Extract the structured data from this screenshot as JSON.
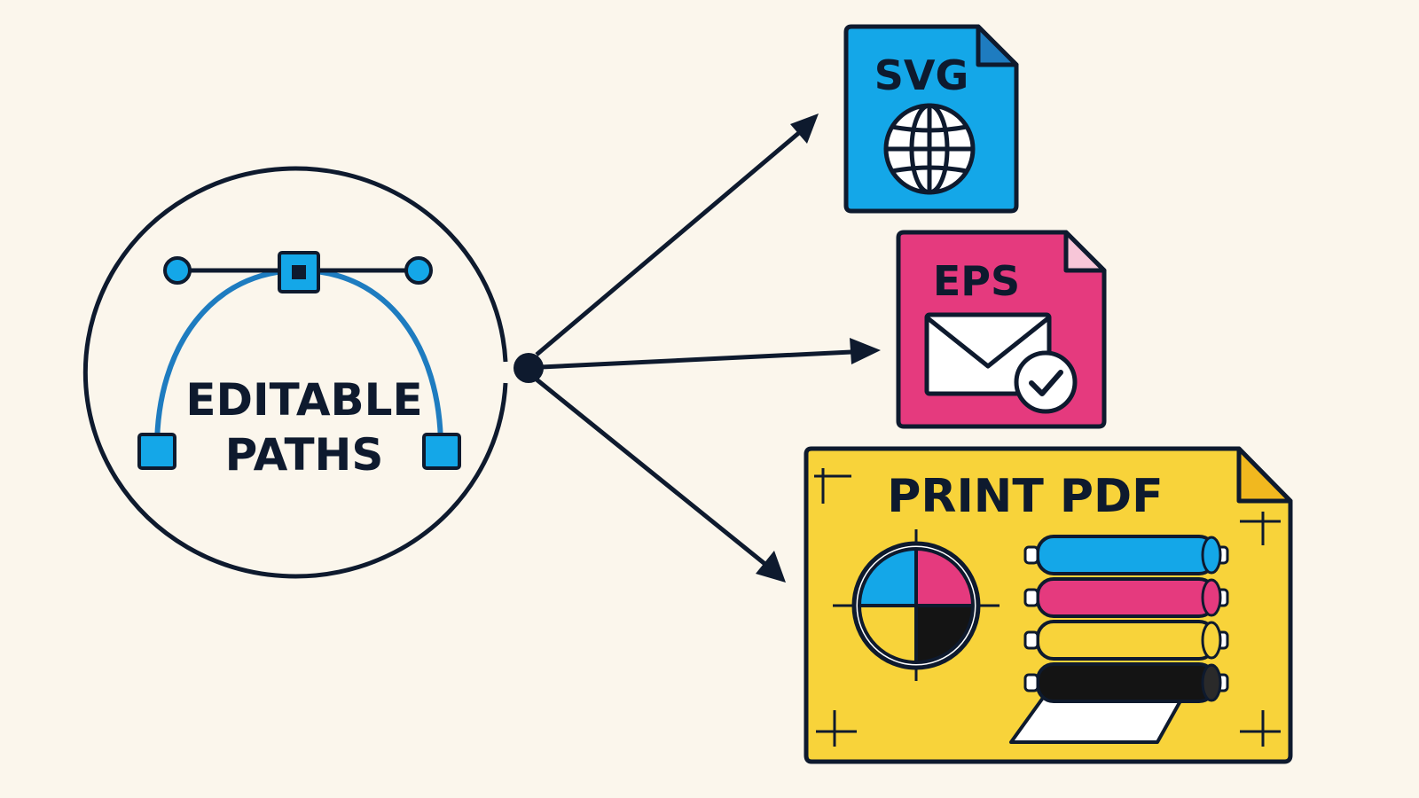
{
  "source": {
    "label_line1": "EDITABLE",
    "label_line2": "PATHS"
  },
  "outputs": [
    {
      "id": "svg",
      "label": "SVG",
      "icon": "globe-icon"
    },
    {
      "id": "eps",
      "label": "EPS",
      "icon": "envelope-check-icon"
    },
    {
      "id": "pdf",
      "label": "PRINT PDF",
      "icon": "registration-mark-and-cmyk-press-rollers-icon"
    }
  ],
  "colors": {
    "background": "#FBF6EC",
    "ink": "#0E1A2E",
    "curve_blue": "#1E7CC0",
    "cyan": "#14A7E8",
    "magenta": "#E53A7E",
    "yellow": "#F8D33A",
    "black": "#141414"
  }
}
